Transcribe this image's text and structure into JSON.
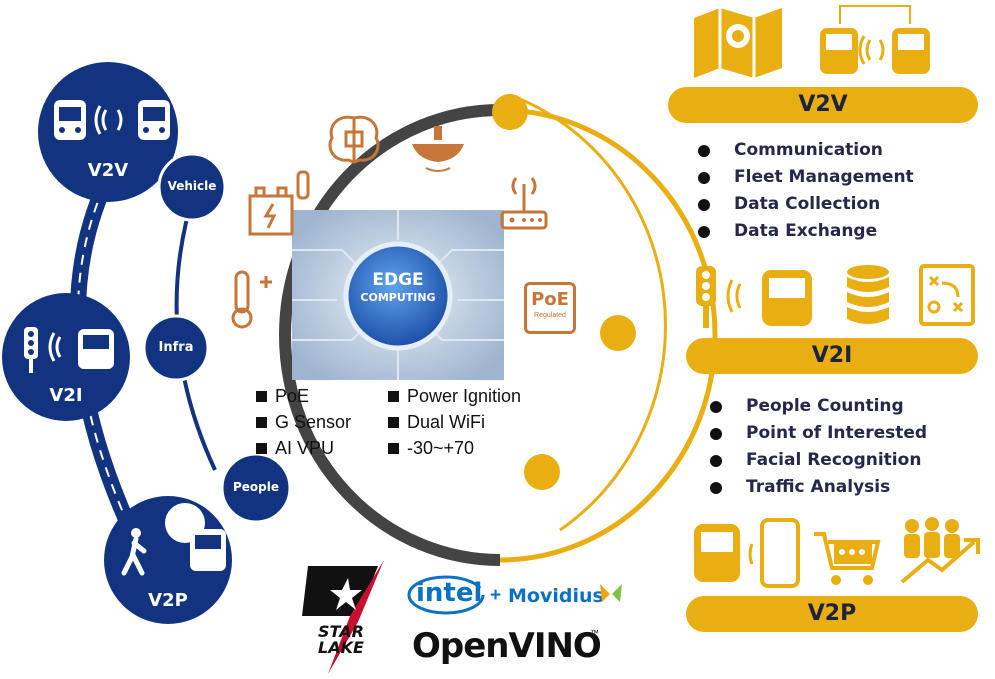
{
  "ring_nodes": [
    {
      "circle": "V2V",
      "tag": "Vehicle"
    },
    {
      "circle": "V2I",
      "tag": "Infra"
    },
    {
      "circle": "V2P",
      "tag": "People"
    }
  ],
  "center": {
    "line1": "EDGE",
    "line2": "COMPUTING",
    "poe_badge": "PoE",
    "poe_sub": "Regulated"
  },
  "features_left": [
    "PoE",
    "G Sensor",
    "AI VPU"
  ],
  "features_right": [
    "Power Ignition",
    "Dual WiFi",
    "-30~+70"
  ],
  "right_panel": {
    "v2v": {
      "title": "V2V",
      "items": [
        "Communication",
        "Fleet Management",
        "Data Collection",
        "Data Exchange"
      ]
    },
    "v2i": {
      "title": "V2I",
      "items": [
        "People Counting",
        "Point of Interested",
        "Facial Recognition",
        "Traffic Analysis"
      ]
    },
    "v2p": {
      "title": "V2P"
    }
  },
  "logos": {
    "starlake_line1": "STAR",
    "starlake_line2": "LAKE",
    "intel": "intel",
    "plus": "+",
    "movidius": "Movidius",
    "openvino": "OpenVINO",
    "tm": "™"
  },
  "colors": {
    "navy": "#123480",
    "gold": "#E8AE12",
    "orange": "#C8753A",
    "ring": "#444444"
  }
}
